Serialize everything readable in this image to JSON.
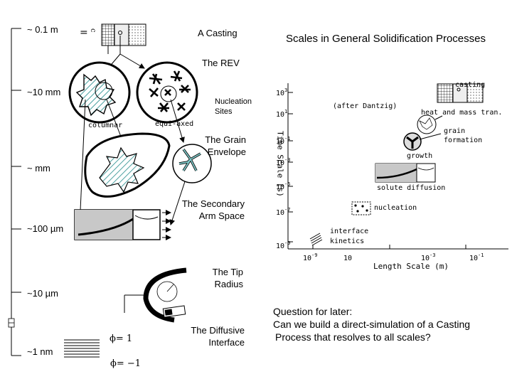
{
  "title": "Scales in General Solidification Processes",
  "scales": {
    "s1": "~ 0.1 m",
    "s2": "~10 mm",
    "s3": "~ mm",
    "s4": "~100 µm",
    "s5": "~10 µm",
    "s6": "~1 nm"
  },
  "labels": {
    "casting": "A Casting",
    "rev": "The REV",
    "nucleation_sites_1": "Nucleation",
    "nucleation_sites_2": "Sites",
    "columnar": "columnar",
    "equiaxed": "equi-axed",
    "grain_envelope_1": "The Grain",
    "grain_envelope_2": "Envelope",
    "secondary_arm_1": "The Secondary",
    "secondary_arm_2": "Arm Space",
    "tip_radius_1": "The Tip",
    "tip_radius_2": "Radius",
    "diffusive_1": "The Diffusive",
    "diffusive_2": "Interface",
    "phi_one": "ϕ= 1",
    "phi_minus_one": "ϕ= −1"
  },
  "chart": {
    "ylabel": "Time Scale (s)",
    "xlabel": "Length Scale (m)",
    "after": "(after Dantzig)",
    "y_ticks": [
      {
        "base": "10",
        "exp": "3"
      },
      {
        "base": "10",
        "exp": "1"
      },
      {
        "base": "10",
        "exp": "-1"
      },
      {
        "base": "10",
        "exp": "-3"
      },
      {
        "base": "10",
        "exp": "-5"
      },
      {
        "base": "10",
        "exp": "-7"
      },
      {
        "base": "10",
        "exp": "-9"
      }
    ],
    "x_ticks": [
      {
        "base": "10",
        "exp": "-9"
      },
      {
        "base": "10",
        "exp": ""
      },
      {
        "base": "10",
        "exp": "-3"
      },
      {
        "base": "10",
        "exp": "-1"
      }
    ],
    "regions": {
      "casting": "casting",
      "heat_mass": "heat and mass tran.",
      "grain_1": "grain",
      "grain_2": "formation",
      "growth": "growth",
      "solute": "solute  diffusion",
      "nucleation": "nucleation",
      "interface_1": "interface",
      "interface_2": "kinetics"
    }
  },
  "question": {
    "line1": "Question for later:",
    "line2": "Can we build a direct-simulation of a Casting",
    "line3": "Process that resolves to all scales?"
  },
  "colors": {
    "teal": "#7fc8c8",
    "gray": "#c8c8c8",
    "ink": "#000000"
  }
}
